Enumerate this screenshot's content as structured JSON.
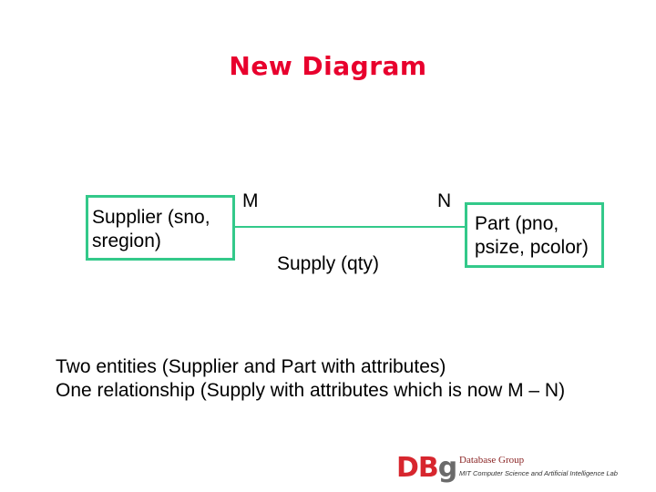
{
  "title": "New Diagram",
  "supplier": {
    "line1": "Supplier (sno,",
    "line2": "sregion)"
  },
  "part": {
    "line1": "Part (pno,",
    "line2": "psize, pcolor)"
  },
  "relationship": {
    "label": "Supply (qty)",
    "left_cardinality": "M",
    "right_cardinality": "N"
  },
  "description": {
    "line1": "Two entities (Supplier and Part with attributes)",
    "line2": "One relationship (Supply with attributes which is now M – N)"
  },
  "logo": {
    "mark_d": "D",
    "mark_b": "B",
    "mark_g": "g",
    "title": "Database Group",
    "subtitle": "MIT Computer Science and Artificial Intelligence Lab"
  },
  "colors": {
    "title": "#e8002d",
    "entity_border": "#33c98a"
  }
}
